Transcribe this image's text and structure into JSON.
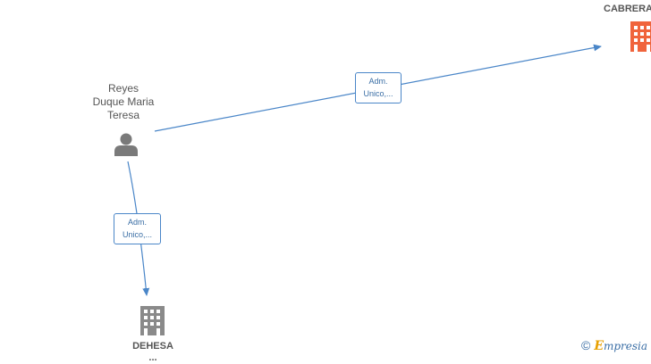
{
  "person": {
    "name_line1": "Reyes",
    "name_line2": "Duque Maria",
    "name_line3": "Teresa",
    "icon": "person-icon"
  },
  "companies": [
    {
      "label": "CABRERA",
      "icon": "building-icon",
      "color": "#f0643c"
    },
    {
      "label_line1": "DEHESA",
      "label_line2": "...",
      "icon": "building-icon",
      "color": "#8a8a8a"
    }
  ],
  "edges": [
    {
      "line1": "Adm.",
      "line2": "Unico,..."
    },
    {
      "line1": "Adm.",
      "line2": "Unico,..."
    }
  ],
  "colors": {
    "edge": "#4a86c8",
    "accent": "#f0643c",
    "node": "#8a8a8a"
  },
  "brand": {
    "copyright": "©",
    "e_letter": "E",
    "rest": "mpresia"
  }
}
